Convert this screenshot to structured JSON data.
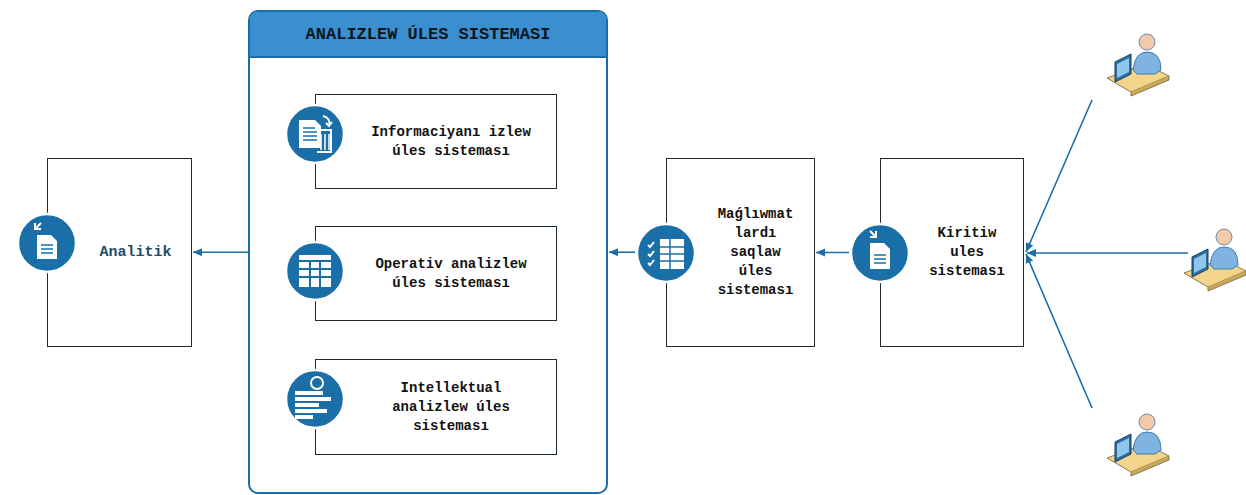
{
  "diagram": {
    "nodes": [
      {
        "text": [
          "Analitik"
        ]
      },
      {
        "text": [
          "ANALIZLEW ÚLES SISTEMASI"
        ]
      },
      {
        "text": [
          "Informaciyanı izlew úles sisteması"
        ],
        "in": 1
      },
      {
        "text": [
          "Operativ analizlew úles sisteması"
        ],
        "in": 1
      },
      {
        "text": [
          "Intellektual analizlew úles sisteması"
        ],
        "in": 1
      },
      {
        "text": [
          "Maǵlıwmat lardı saqlaw úles sisteması"
        ]
      },
      {
        "text": [
          "Kiritiw ules sisteması"
        ]
      }
    ],
    "edges": [
      {
        "from": 6,
        "to": 5,
        "arrow": "to"
      },
      {
        "from": 5,
        "to": 1,
        "arrow": "to"
      },
      {
        "from": 1,
        "to": 0,
        "arrow": "to"
      }
    ]
  }
}
